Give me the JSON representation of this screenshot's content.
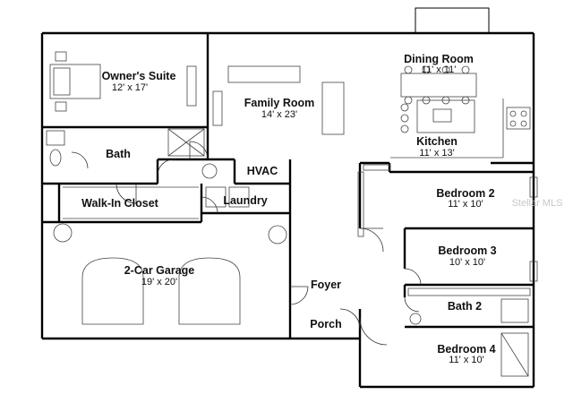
{
  "rooms": {
    "owners_suite": {
      "name": "Owner's Suite",
      "size": "12' x 17'"
    },
    "family_room": {
      "name": "Family Room",
      "size": "14' x 23'"
    },
    "dining_room": {
      "name": "Dining Room",
      "size": "11' x 11'"
    },
    "kitchen": {
      "name": "Kitchen",
      "size": "11' x 13'"
    },
    "bath": {
      "name": "Bath"
    },
    "hvac": {
      "name": "HVAC"
    },
    "walk_in_closet": {
      "name": "Walk-In Closet"
    },
    "laundry": {
      "name": "Laundry"
    },
    "bedroom_2": {
      "name": "Bedroom 2",
      "size": "11' x 10'"
    },
    "bedroom_3": {
      "name": "Bedroom 3",
      "size": "10' x 10'"
    },
    "garage": {
      "name": "2-Car Garage",
      "size": "19' x 20'"
    },
    "foyer": {
      "name": "Foyer"
    },
    "porch": {
      "name": "Porch"
    },
    "bath_2": {
      "name": "Bath 2"
    },
    "bedroom_4": {
      "name": "Bedroom 4",
      "size": "11' x 10'"
    }
  },
  "watermark": "Stellar MLS",
  "colors": {
    "wall": "#000000",
    "background": "#ffffff",
    "watermark": "#c8c8c8"
  }
}
